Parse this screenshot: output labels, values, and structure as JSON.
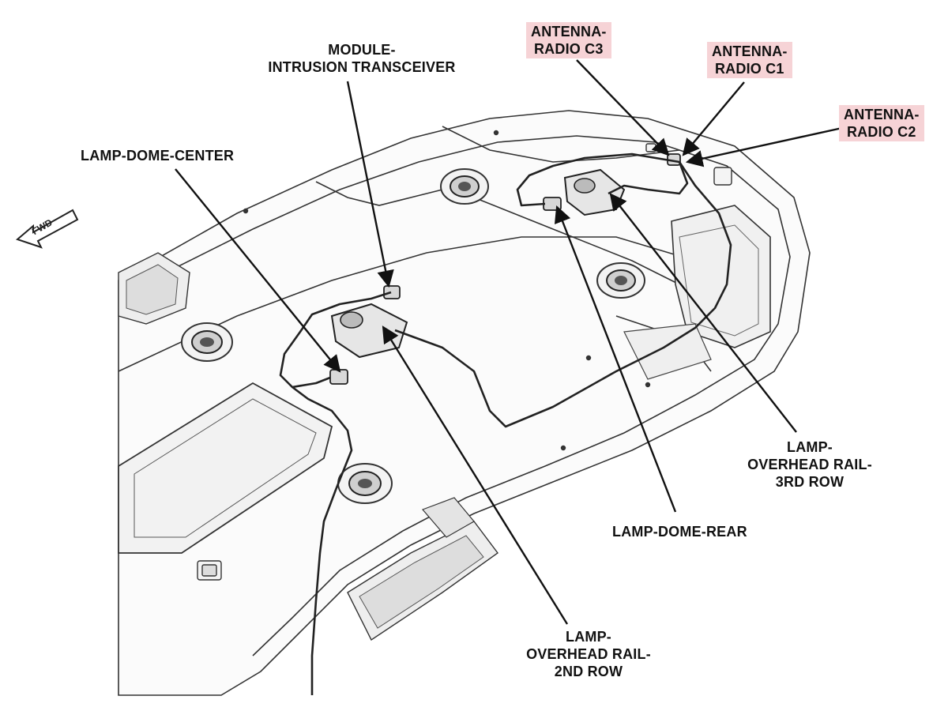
{
  "labels": {
    "module_intrusion": "MODULE-\nINTRUSION TRANSCEIVER",
    "lamp_dome_center": "LAMP-DOME-CENTER",
    "antenna_c3": "ANTENNA-\nRADIO C3",
    "antenna_c1": "ANTENNA-\nRADIO C1",
    "antenna_c2": "ANTENNA-\nRADIO C2",
    "lamp_overhead_3rd": "LAMP-\nOVERHEAD RAIL-\n3RD ROW",
    "lamp_dome_rear": "LAMP-DOME-REAR",
    "lamp_overhead_2nd": "LAMP-\nOVERHEAD RAIL-\n2ND ROW",
    "fwd": "FWD"
  },
  "colors": {
    "highlight": "#f6d3d6",
    "line": "#1a1a1a",
    "panel": "#f4f4f4"
  }
}
